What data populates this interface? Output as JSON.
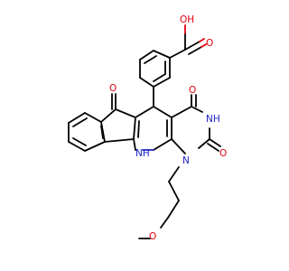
{
  "colors": {
    "carbon": "#000000",
    "oxygen": "#e3000b",
    "nitrogen": "#1f25c8",
    "background": "#ffffff"
  },
  "atoms": {
    "oh": "OH",
    "o_acid": "O",
    "o_ketone": "O",
    "o_pyr_top": "O",
    "nh_pyr": "NH",
    "o_pyr_bottom": "O",
    "n_pyr": "N",
    "nh_bridge": "NH",
    "o_ether": "O"
  }
}
